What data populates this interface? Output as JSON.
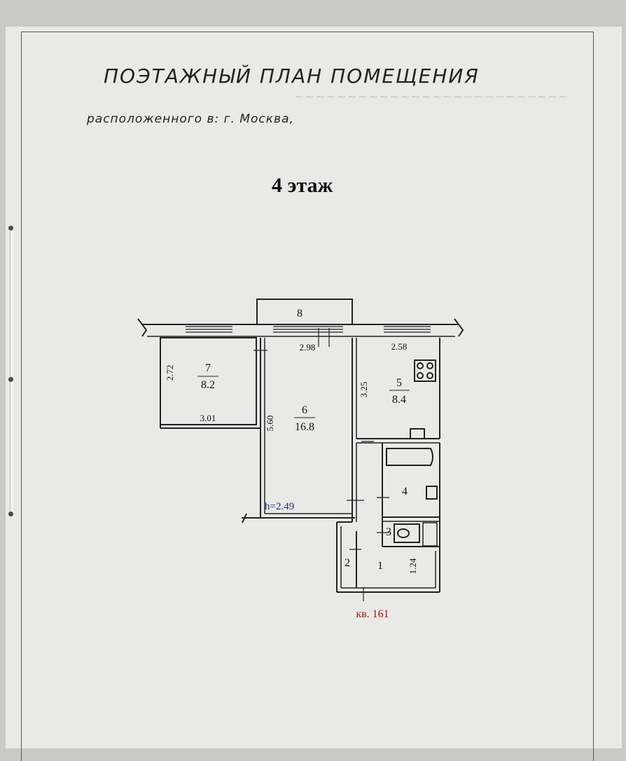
{
  "document": {
    "title": "ПОЭТАЖНЫЙ ПЛАН ПОМЕЩЕНИЯ",
    "subtitle": "расположенного в:  г. Москва,",
    "floor_label": "4 этаж",
    "apartment_label": "кв. 161",
    "ceiling_height": "h=2.49"
  },
  "plan": {
    "balcony_label": "8",
    "rooms": {
      "r7": {
        "number": "7",
        "area": "8.2"
      },
      "r6": {
        "number": "6",
        "area": "16.8"
      },
      "r5": {
        "number": "5",
        "area": "8.4"
      },
      "r4": {
        "number": "4"
      },
      "r3": {
        "number": "3"
      },
      "r2": {
        "number": "2"
      },
      "r1": {
        "number": "1"
      }
    },
    "dimensions": {
      "d272": "2.72",
      "d301": "3.01",
      "d298": "2.98",
      "d560": "5.60",
      "d258": "2.58",
      "d325": "3.25",
      "d124": "1.24"
    }
  }
}
